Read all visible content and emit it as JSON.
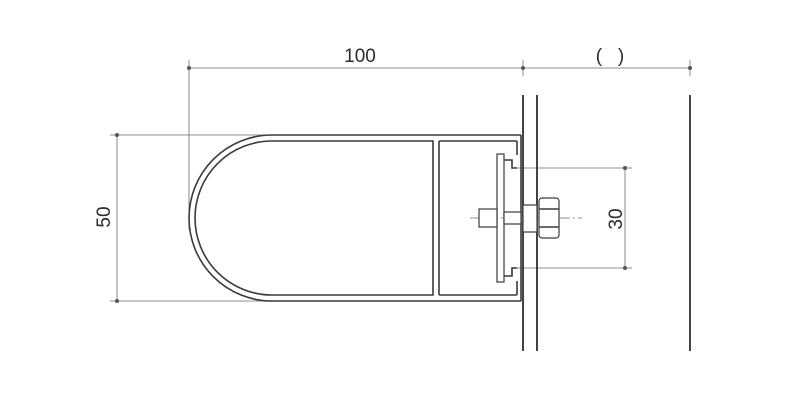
{
  "dimensions": {
    "width_label": "100",
    "gap_label": "(   )",
    "height_label": "50",
    "bolt_spacing_label": "30"
  },
  "colors": {
    "line": "#3a3a3a",
    "dimension_line": "#6a6a6a",
    "background": "#ffffff"
  }
}
